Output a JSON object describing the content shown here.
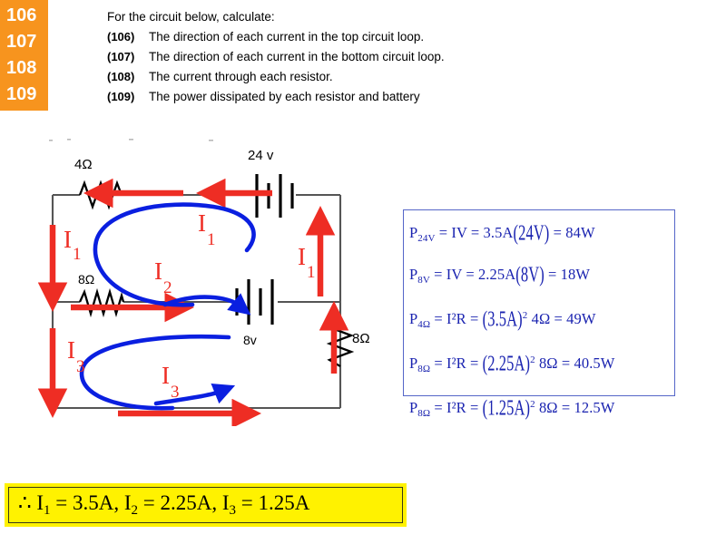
{
  "sidebar": {
    "numbers": [
      "106",
      "107",
      "108",
      "109"
    ],
    "background_color": "#F7941E"
  },
  "prompt": {
    "intro": "For the circuit below, calculate:",
    "items": [
      {
        "tag": "(106)",
        "text": "The direction of each current in the top circuit loop."
      },
      {
        "tag": "(107)",
        "text": "The direction of each current in the bottom circuit loop."
      },
      {
        "tag": "(108)",
        "text": "The current through each resistor."
      },
      {
        "tag": "(109)",
        "text": "The power dissipated by each resistor and battery"
      }
    ]
  },
  "circuit": {
    "components": {
      "resistor_top": "4Ω",
      "resistor_middle": "8Ω",
      "resistor_right": "8Ω",
      "battery_top": "24 v",
      "battery_middle": "8v"
    },
    "current_labels": {
      "left_top": "I",
      "left_top_sub": "1",
      "right": "I",
      "right_sub": "1",
      "left_bottom": "I",
      "left_bottom_sub": "3",
      "loop_top_1": "I",
      "loop_top_1_sub": "1",
      "loop_top_2": "I",
      "loop_top_2_sub": "2",
      "loop_bottom": "I",
      "loop_bottom_sub": "3"
    },
    "colors": {
      "wire": "#555555",
      "current_arrow": "#EE2D24",
      "loop_arrow": "#0A1FE0",
      "component": "#000000"
    }
  },
  "equations": {
    "border_color": "#5566C8",
    "text_color": "#1A23B0",
    "lines": [
      {
        "sym": "P",
        "sub": "24V",
        "body_a": " = IV = 3.5A",
        "paren": "(24V)",
        "body_b": " = 84W",
        "exp": ""
      },
      {
        "sym": "P",
        "sub": "8V",
        "body_a": " = IV = 2.25A",
        "paren": "(8V)",
        "body_b": " = 18W",
        "exp": ""
      },
      {
        "sym": "P",
        "sub": "4Ω",
        "body_a": " = I²R = ",
        "paren": "(3.5A)",
        "body_b": " 4Ω = 49W",
        "exp": "2"
      },
      {
        "sym": "P",
        "sub": "8Ω",
        "body_a": " = I²R = ",
        "paren": "(2.25A)",
        "body_b": " 8Ω = 40.5W",
        "exp": "2"
      },
      {
        "sym": "P",
        "sub": "8Ω",
        "body_a": " = I²R = ",
        "paren": "(1.25A)",
        "body_b": " 8Ω = 12.5W",
        "exp": "2"
      }
    ]
  },
  "answer": {
    "background_color": "#FFF200",
    "prefix": "∴ I",
    "sub1": "1",
    "part1": " = 3.5A,  I",
    "sub2": "2",
    "part2": " = 2.25A,  I",
    "sub3": "3",
    "part3": " = 1.25A"
  }
}
